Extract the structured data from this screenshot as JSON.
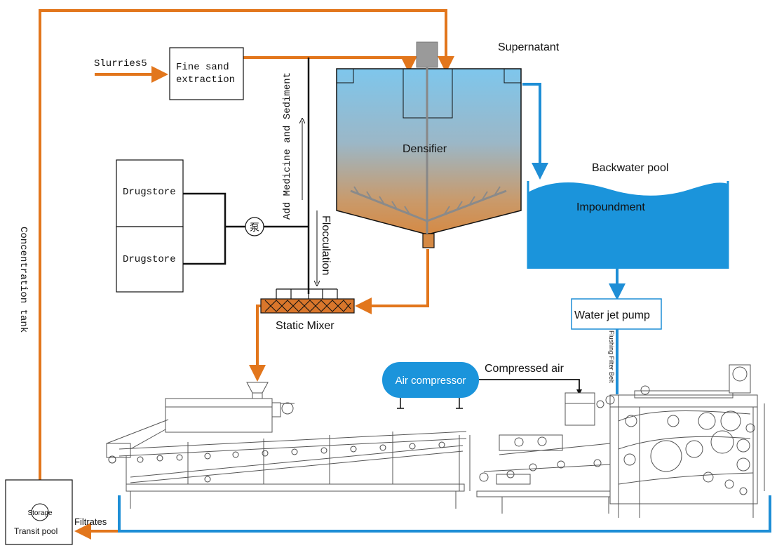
{
  "colors": {
    "orange": "#E2761C",
    "blue": "#1E8ED6",
    "blue_fill": "#1B94DB",
    "mixer_fill": "#D9762B",
    "compressor_fill": "#1B94DB",
    "line": "#111111",
    "machine_line": "#555555"
  },
  "labels": {
    "slurries": "Slurries5",
    "fine_sand": "Fine sand",
    "extraction": "extraction",
    "add_medicine": "Add Medicine and Sediment",
    "supernatant": "Supernatant",
    "densifier": "Densifier",
    "backwater_pool": "Backwater pool",
    "impoundment": "Impoundment",
    "drugstore_top": "Drugstore",
    "drugstore_bottom": "Drugstore",
    "pump_symbol": "泵",
    "flocculation": "Flocculation",
    "static_mixer": "Static Mixer",
    "water_jet_pump": "Water jet pump",
    "flushing_filter_belt": "Flushing Filter Belt",
    "air_compressor": "Air compressor",
    "compressed_air": "Compressed air",
    "concentration_tank": "Concentration tank",
    "storage": "Storage",
    "transit_pool": "Transit pool",
    "filtrates": "Filtrates"
  },
  "icons": [
    "pump-symbol-icon",
    "up-arrow-icon",
    "down-arrow-icon",
    "belt-filter-press-machine"
  ]
}
